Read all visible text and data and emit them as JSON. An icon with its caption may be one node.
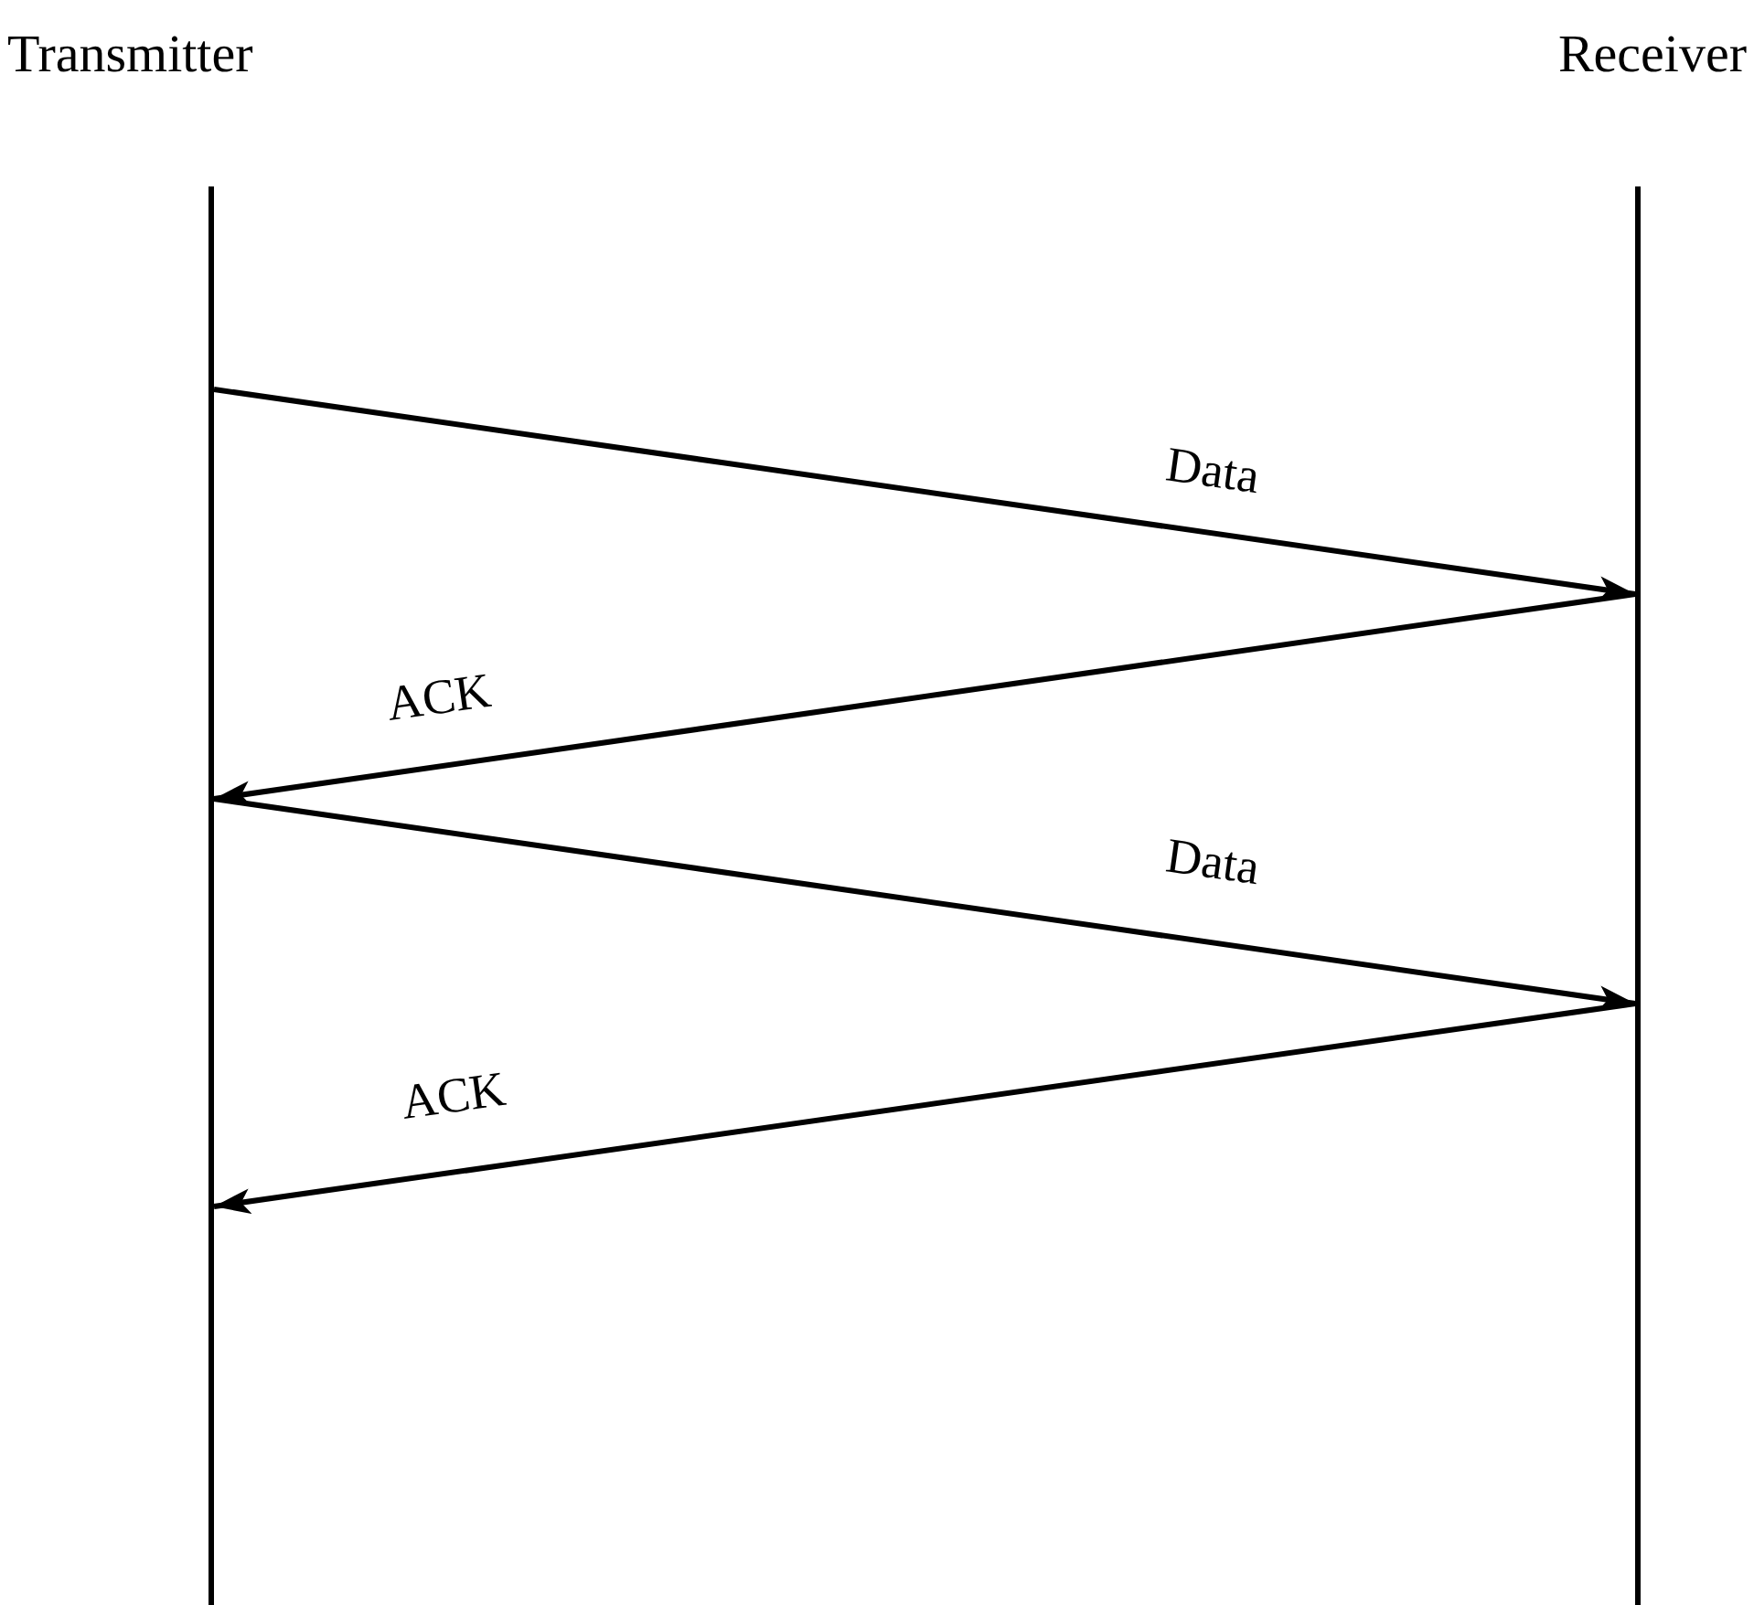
{
  "diagram": {
    "nodes": [
      {
        "text": [
          "Transmitter"
        ]
      },
      {
        "text": [
          "Receiver"
        ]
      }
    ],
    "edges": [
      {
        "from": 0,
        "to": 1,
        "arrow": "to",
        "label": "Data"
      },
      {
        "from": 1,
        "to": 0,
        "arrow": "to",
        "label": "ACK"
      },
      {
        "from": 0,
        "to": 1,
        "arrow": "to",
        "label": "Data"
      },
      {
        "from": 1,
        "to": 0,
        "arrow": "to",
        "label": "ACK"
      }
    ]
  }
}
